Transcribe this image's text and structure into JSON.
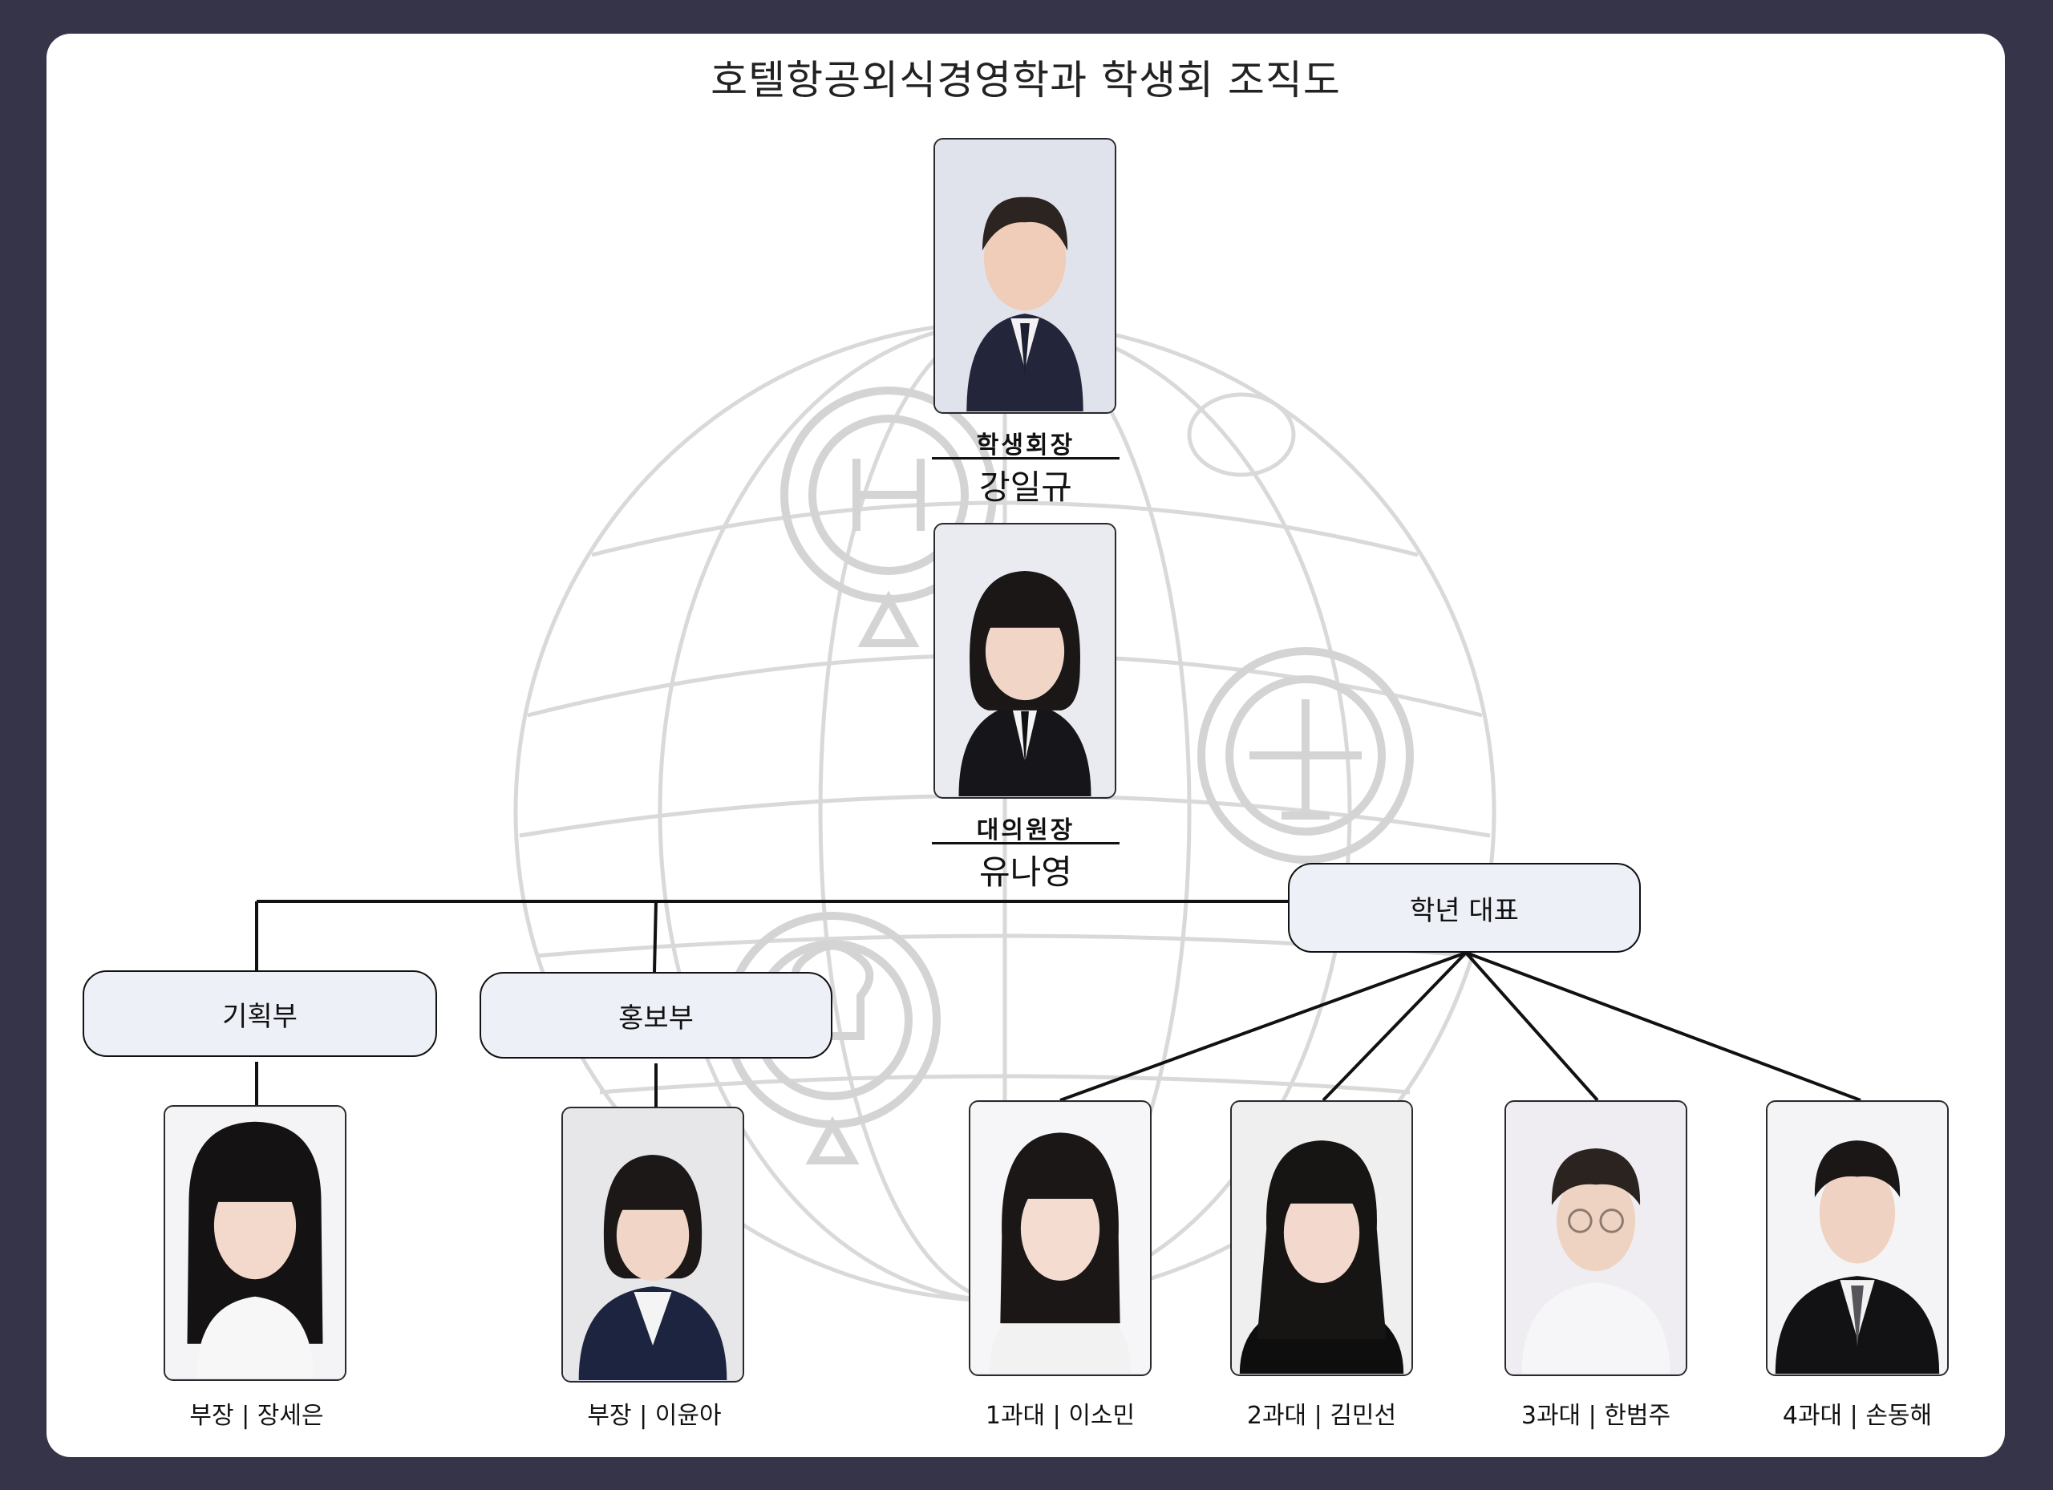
{
  "title": "호텔항공외식경영학과 학생회 조직도",
  "leadership": [
    {
      "role": "학생회장",
      "name": "강일규"
    },
    {
      "role": "대의원장",
      "name": "유나영"
    }
  ],
  "departments": [
    {
      "label": "기획부"
    },
    {
      "label": "홍보부"
    },
    {
      "label": "학년 대표"
    }
  ],
  "members": [
    {
      "caption": "부장 | 장세은"
    },
    {
      "caption": "부장 | 이윤아"
    },
    {
      "caption": "1과대 | 이소민"
    },
    {
      "caption": "2과대 | 김민선"
    },
    {
      "caption": "3과대 | 한범주"
    },
    {
      "caption": "4과대 | 손동해"
    }
  ],
  "colors": {
    "frame": "#363449",
    "card": "#ffffff",
    "dept_box": "#eef0f7",
    "line": "#111111",
    "watermark": "#d6d6d6"
  },
  "icons": [
    "globe-watermark",
    "hotel-icon",
    "plane-icon",
    "chef-hat-icon"
  ]
}
